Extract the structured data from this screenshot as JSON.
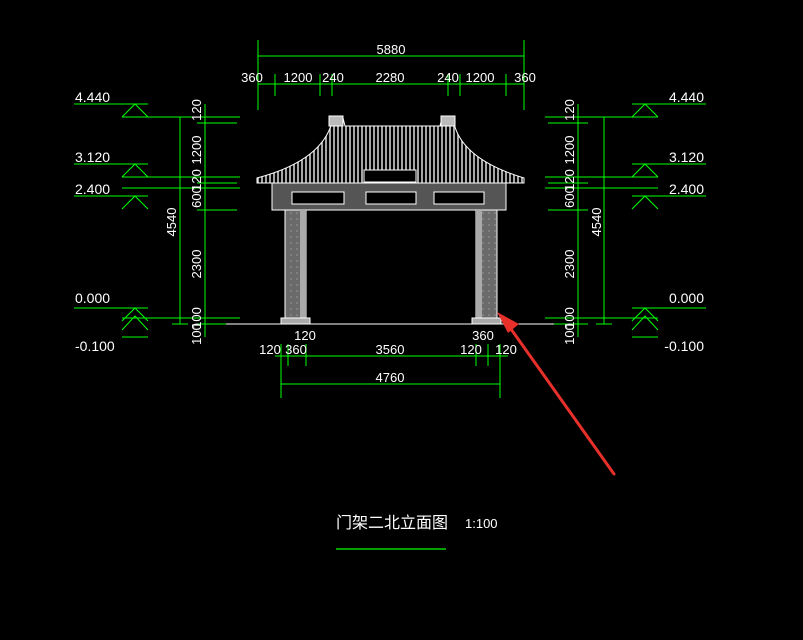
{
  "drawing": {
    "title": "门架二北立面图",
    "scale": "1:100"
  },
  "top_dims": {
    "overall": "5880",
    "segments": [
      "360",
      "1200",
      "240",
      "2280",
      "240",
      "1200",
      "360"
    ]
  },
  "bottom_dims": {
    "overall": "4760",
    "segments": [
      "120",
      "360",
      "3560",
      "120",
      "120"
    ],
    "upper": [
      "120",
      "360"
    ]
  },
  "levels": {
    "left": [
      "4.440",
      "3.120",
      "2.400",
      "0.000",
      "-0.100"
    ],
    "right": [
      "4.440",
      "3.120",
      "2.400",
      "0.000",
      "-0.100"
    ]
  },
  "vertical_dims": {
    "overall": "4540",
    "segments": [
      "120",
      "1200",
      "120",
      "600",
      "2300",
      "100",
      "100"
    ]
  },
  "colors": {
    "background": "#000000",
    "dimension_lines": "#00ff00",
    "geometry": "#ffffff",
    "annotation_arrow": "#e8302a",
    "title_underline": "#00ff00"
  }
}
